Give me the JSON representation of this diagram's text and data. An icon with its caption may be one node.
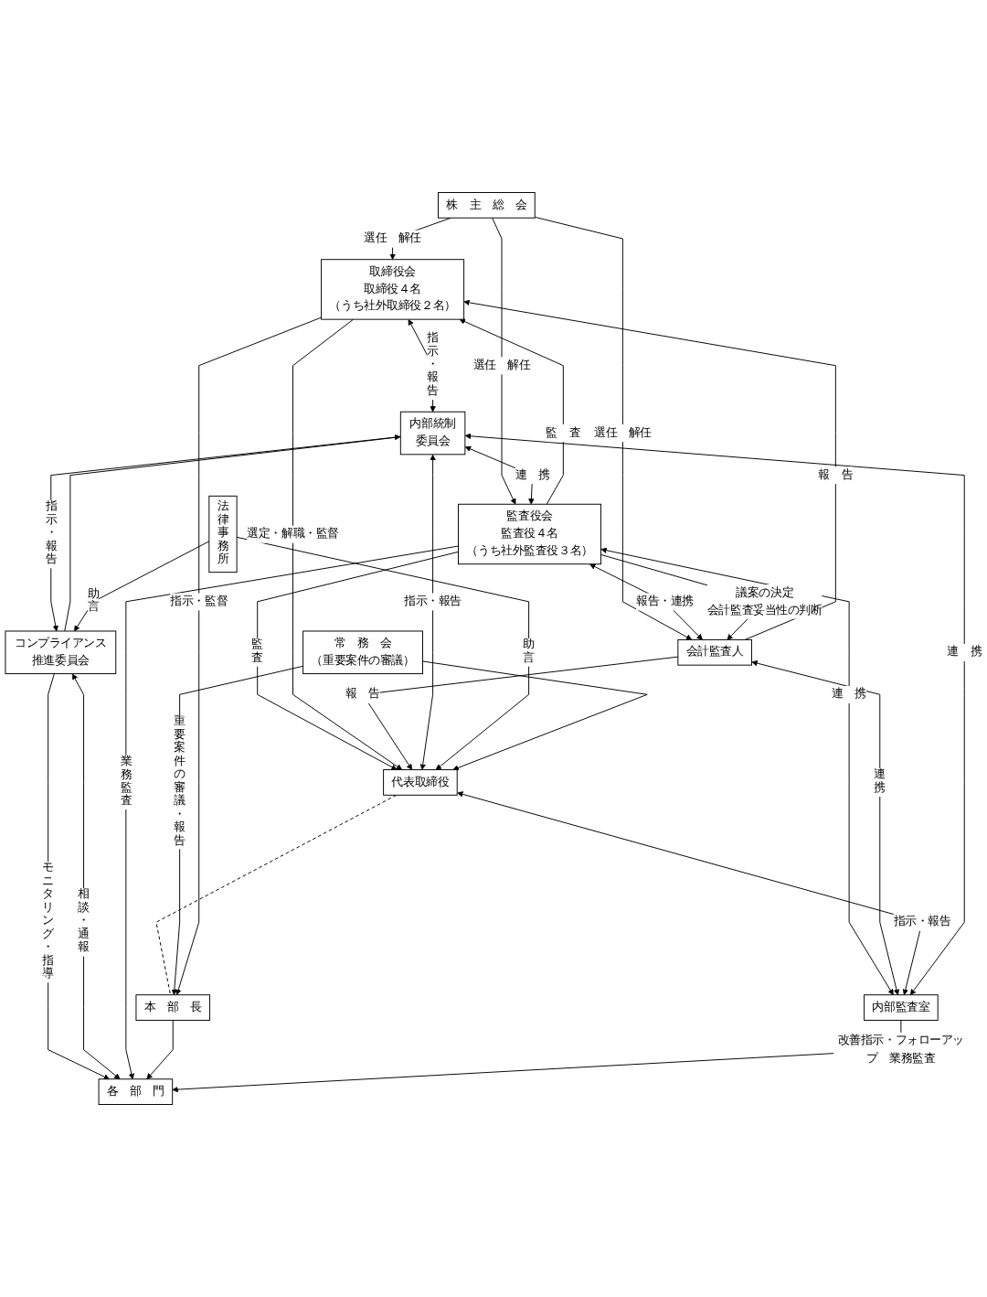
{
  "diagram": {
    "nodes": [
      {
        "text": [
          "株　主　総　会"
        ]
      },
      {
        "text": [
          "取締役会",
          "取締役４名",
          "（うち社外取締役２名）"
        ]
      },
      {
        "text": [
          "会計監査人"
        ]
      },
      {
        "text": [
          "監査役会",
          "監査役４名",
          "（うち社外監査役３名）"
        ]
      },
      {
        "text": [
          "内部統制委員会"
        ]
      },
      {
        "text": [
          "代表取締役"
        ]
      },
      {
        "text": [
          "内部監査室"
        ]
      },
      {
        "text": [
          "常　務　会",
          "（重要案件の審議）"
        ]
      },
      {
        "text": [
          "コンプライアンス推進委員会"
        ]
      },
      {
        "text": [
          "法律事務所"
        ]
      },
      {
        "text": [
          "本　部　長"
        ]
      },
      {
        "text": [
          "各　部　門"
        ]
      }
    ],
    "edges": [
      {
        "from": 0,
        "to": 1,
        "arrow": "to",
        "label": "選任　解任"
      },
      {
        "from": 0,
        "to": 3,
        "arrow": "to",
        "label": "選任　解任"
      },
      {
        "from": 0,
        "to": 2,
        "arrow": "to",
        "label": "選任　解任"
      },
      {
        "from": 2,
        "to": 1,
        "arrow": "to",
        "label": "報　告"
      },
      {
        "from": 3,
        "to": 1,
        "arrow": "to",
        "label": "監　査"
      },
      {
        "from": 3,
        "to": 2,
        "arrow": "both",
        "label": "報告・連携"
      },
      {
        "from": 3,
        "to": 2,
        "arrow": "to",
        "label": "議案の決定会計監査妥当性の判断"
      },
      {
        "from": 1,
        "to": 4,
        "arrow": "both",
        "label": "指示・報告"
      },
      {
        "from": 4,
        "to": 3,
        "arrow": "both",
        "label": "連　携"
      },
      {
        "from": 3,
        "to": 6,
        "arrow": "both",
        "label": "連　携"
      },
      {
        "from": 2,
        "to": 6,
        "arrow": "both",
        "label": "連携"
      },
      {
        "from": 3,
        "to": 5,
        "arrow": "to",
        "label": "監査"
      },
      {
        "from": 1,
        "to": 5,
        "arrow": "to",
        "label": "選定・解職・監督"
      },
      {
        "from": 2,
        "to": 5,
        "arrow": "to",
        "label": "報　告"
      },
      {
        "from": 4,
        "to": 5,
        "arrow": "both",
        "label": "指示・報告"
      },
      {
        "from": 5,
        "to": 6,
        "arrow": "both",
        "label": "指示・報告"
      },
      {
        "from": 4,
        "to": 6,
        "arrow": "both",
        "label": "連　携"
      },
      {
        "from": 9,
        "to": 5,
        "arrow": "to",
        "label": "助言"
      },
      {
        "from": 7,
        "to": 5,
        "arrow": "to"
      },
      {
        "from": 5,
        "to": 10,
        "arrow": "none",
        "style": "dashed"
      },
      {
        "from": 4,
        "to": 8,
        "arrow": "both",
        "label": "指示・報告"
      },
      {
        "from": 4,
        "to": 8,
        "arrow": "none"
      },
      {
        "from": 8,
        "to": 11,
        "arrow": "to",
        "label": "モニタリング・指導"
      },
      {
        "from": 8,
        "to": 11,
        "arrow": "both",
        "label": "相談・通報"
      },
      {
        "from": 9,
        "to": 8,
        "arrow": "to",
        "label": "助言"
      },
      {
        "from": 7,
        "to": 10,
        "arrow": "to",
        "label": "重要案件の審議・報告"
      },
      {
        "from": 1,
        "to": 10,
        "arrow": "to",
        "label": "指示・監督"
      },
      {
        "from": 3,
        "to": 11,
        "arrow": "to",
        "label": "業務監査"
      },
      {
        "from": 10,
        "to": 11,
        "arrow": "to"
      },
      {
        "from": 6,
        "to": 11,
        "arrow": "to",
        "label": "改善指示・フォローアップ　業務監査"
      }
    ]
  }
}
